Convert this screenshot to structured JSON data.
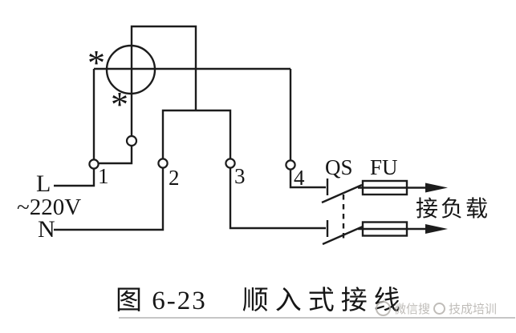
{
  "labels": {
    "line": "L",
    "voltage": "~220V",
    "neutral": "N",
    "terminal_1": "1",
    "terminal_2": "2",
    "terminal_3": "3",
    "terminal_4": "4",
    "switch": "QS",
    "fuse": "FU",
    "load": "接负载",
    "coil_mark_top": "*",
    "coil_mark_bottom": "*"
  },
  "caption": {
    "figure_no": "图 6-23",
    "title": "顺入式接线"
  },
  "watermark": {
    "wechat": "微信搜",
    "brand": "技成培训"
  },
  "colors": {
    "line": "#1c1c1c",
    "background": "#ffffff",
    "watermark": "#b4b1ac"
  }
}
